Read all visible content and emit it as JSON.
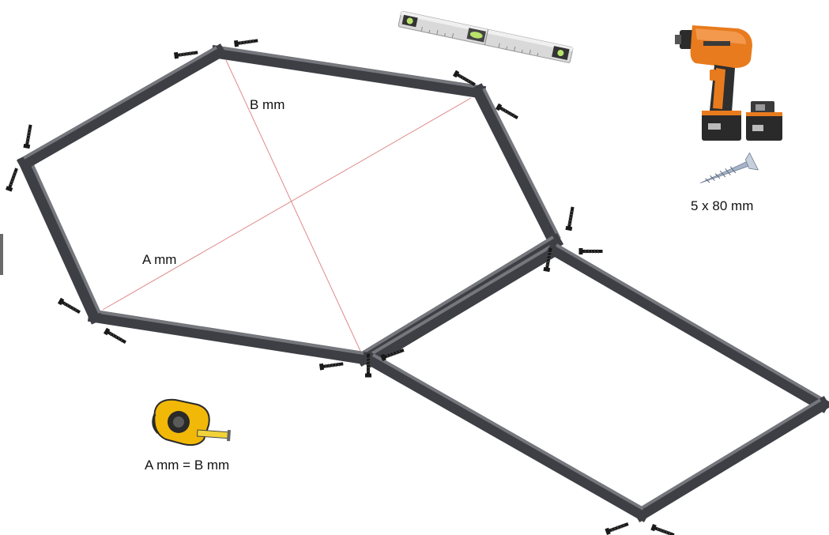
{
  "labels": {
    "diagonal_b": "B mm",
    "diagonal_a": "A mm",
    "screw_size": "5 x 80 mm",
    "equal_check": "A mm = B mm"
  },
  "icons": {
    "level": "spirit-level-icon",
    "drill": "cordless-drill-icon",
    "screw": "wood-screw-icon",
    "tape": "tape-measure-icon"
  },
  "colors": {
    "frame": "#3d3f44",
    "frame_top": "#6a6c72",
    "diagonal": "#e08a8a",
    "drill_orange": "#e87b1e",
    "tape_yellow": "#f2b807",
    "level_body": "#d9d9d9"
  }
}
